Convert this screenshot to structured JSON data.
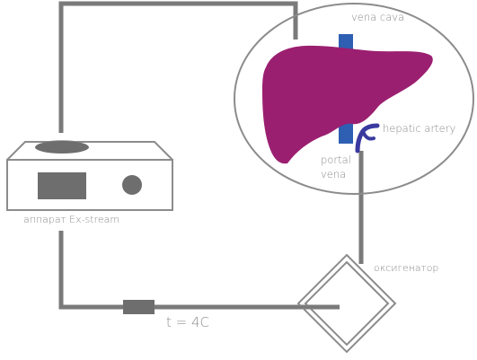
{
  "labels": {
    "vena_cava": "vena cava",
    "hepatic_artery": "hepatic artery",
    "portal_line1": "portal",
    "portal_line2": "vena",
    "device": "аппарат Ex-stream",
    "oxygenator": "оксигенатор",
    "temperature": "t = 4C"
  },
  "colors": {
    "tube": "#7a7a7a",
    "liver": "#9b1f70",
    "vessel": "#2e5fb3",
    "artery": "#3a3aa0",
    "outline": "#8c8c8c",
    "text": "#8c8c8c",
    "device_dark": "#6e6e6e",
    "device_fill": "#ffffff"
  },
  "icons": {
    "liver": "liver-shape-icon",
    "pump": "pump-device-icon",
    "oxygenator": "oxygenator-diamond-icon",
    "filter": "inline-filter-icon"
  }
}
